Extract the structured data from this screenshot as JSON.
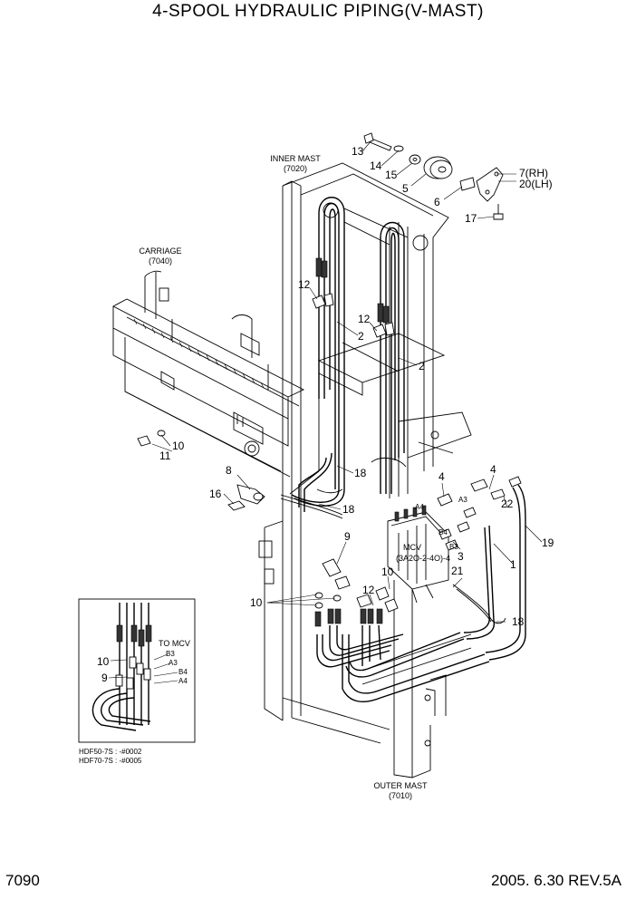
{
  "title": "4-SPOOL HYDRAULIC PIPING(V-MAST)",
  "page_number": "7090",
  "revision": "2005. 6.30 REV.5A",
  "components": {
    "inner_mast": "INNER MAST",
    "inner_mast_code": "(7020)",
    "carriage": "CARRIAGE",
    "carriage_code": "(7040)",
    "outer_mast": "OUTER MAST",
    "outer_mast_code": "(7010)",
    "mcv_label": "MCV",
    "mcv_code": "(3A2O-2-4O)-4"
  },
  "part_callouts": {
    "p13": "13",
    "p14": "14",
    "p15": "15",
    "p5": "5",
    "p6": "6",
    "p7rh": "7(RH)",
    "p20lh": "20(LH)",
    "p17": "17",
    "p12a": "12",
    "p12b": "12",
    "p12c": "12",
    "p2a": "2",
    "p2b": "2",
    "p10a": "10",
    "p11": "11",
    "p8": "8",
    "p16": "16",
    "p18a": "18",
    "p18b": "18",
    "p18c": "18",
    "p4a": "4",
    "p4b": "4",
    "p22": "22",
    "p19": "19",
    "p3": "3",
    "p1": "1",
    "p21": "21",
    "p9": "9",
    "p10b": "10",
    "p10c": "10"
  },
  "port_labels": {
    "a4": "A4",
    "a3": "A3",
    "b3": "B3",
    "b4": "B4"
  },
  "inset": {
    "to_mcv": "TO MCV",
    "callout_10": "10",
    "callout_9": "9",
    "ports": [
      "B3",
      "A3",
      "B4",
      "A4"
    ],
    "model_1": "HDF50-7S : -#0002",
    "model_2": "HDF70-7S : -#0005"
  }
}
